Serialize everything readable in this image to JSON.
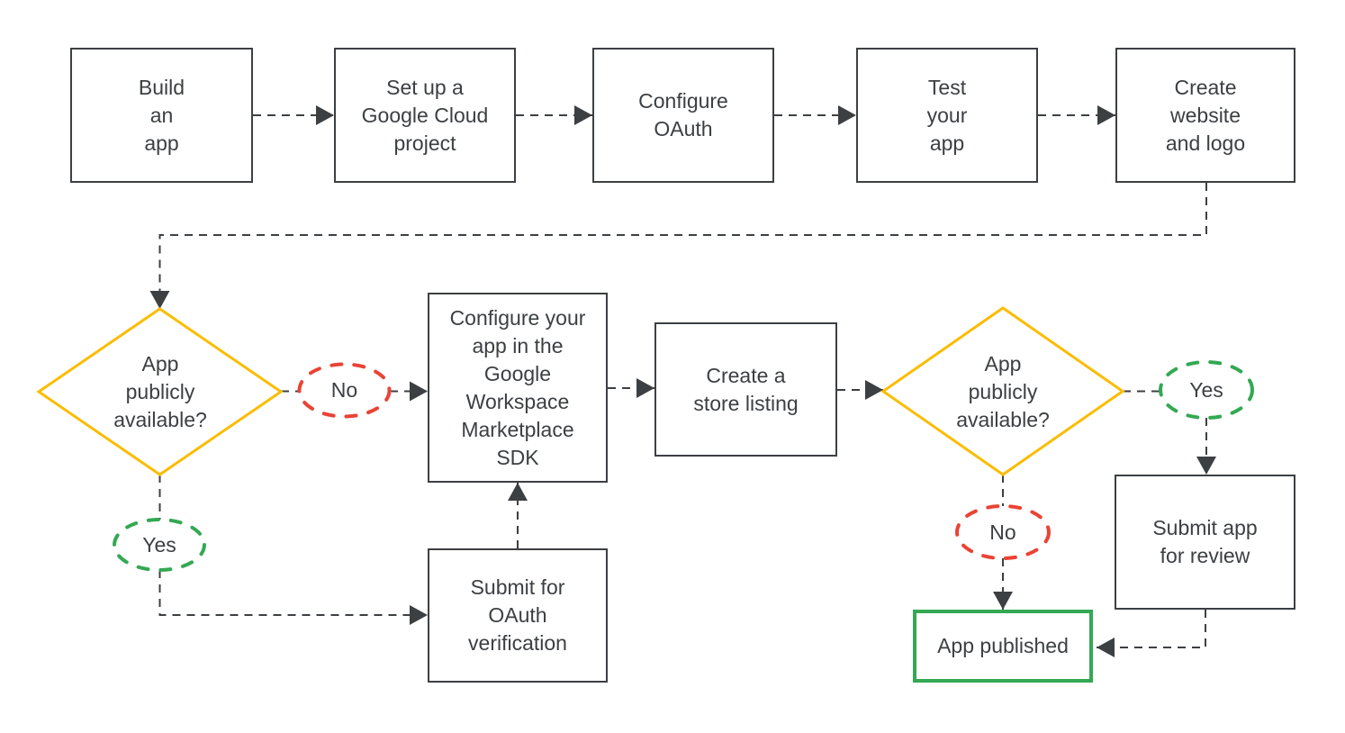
{
  "diagram": {
    "type": "flowchart",
    "palette": {
      "ink": "#3C4043",
      "decision_yellow": "#FBBC04",
      "success_green": "#34A853",
      "negative_red": "#EA4335",
      "background": "#FFFFFF"
    },
    "nodes": {
      "build_app": {
        "type": "process",
        "label": "Build\nan\napp"
      },
      "setup_project": {
        "type": "process",
        "label": "Set up a\nGoogle Cloud\nproject"
      },
      "configure_oauth": {
        "type": "process",
        "label": "Configure\nOAuth"
      },
      "test_app": {
        "type": "process",
        "label": "Test\nyour\napp"
      },
      "create_website": {
        "type": "process",
        "label": "Create\nwebsite\nand logo"
      },
      "decision_public_1": {
        "type": "decision",
        "label": "App\npublicly\navailable?"
      },
      "no_1": {
        "type": "badge",
        "label": "No",
        "color": "#EA4335"
      },
      "yes_1": {
        "type": "badge",
        "label": "Yes",
        "color": "#34A853"
      },
      "configure_sdk": {
        "type": "process",
        "label": "Configure your\napp in the\nGoogle\nWorkspace\nMarketplace\nSDK"
      },
      "submit_oauth": {
        "type": "process",
        "label": "Submit for\nOAuth\nverification"
      },
      "store_listing": {
        "type": "process",
        "label": "Create a\nstore listing"
      },
      "decision_public_2": {
        "type": "decision",
        "label": "App\npublicly\navailable?"
      },
      "yes_2": {
        "type": "badge",
        "label": "Yes",
        "color": "#34A853"
      },
      "no_2": {
        "type": "badge",
        "label": "No",
        "color": "#EA4335"
      },
      "submit_review": {
        "type": "process",
        "label": "Submit app\nfor review"
      },
      "app_published": {
        "type": "terminal",
        "label": "App published",
        "color": "#34A853"
      }
    },
    "edges": [
      {
        "from": "build_app",
        "to": "setup_project",
        "arrow": true
      },
      {
        "from": "setup_project",
        "to": "configure_oauth",
        "arrow": true
      },
      {
        "from": "configure_oauth",
        "to": "test_app",
        "arrow": true
      },
      {
        "from": "test_app",
        "to": "create_website",
        "arrow": true
      },
      {
        "from": "create_website",
        "to": "decision_public_1",
        "arrow": true
      },
      {
        "from": "decision_public_1",
        "to": "no_1",
        "arrow": false
      },
      {
        "from": "no_1",
        "to": "configure_sdk",
        "arrow": true
      },
      {
        "from": "decision_public_1",
        "to": "yes_1",
        "arrow": false
      },
      {
        "from": "yes_1",
        "to": "submit_oauth",
        "arrow": true
      },
      {
        "from": "submit_oauth",
        "to": "configure_sdk",
        "arrow": true
      },
      {
        "from": "configure_sdk",
        "to": "store_listing",
        "arrow": true
      },
      {
        "from": "store_listing",
        "to": "decision_public_2",
        "arrow": true
      },
      {
        "from": "decision_public_2",
        "to": "yes_2",
        "arrow": false
      },
      {
        "from": "yes_2",
        "to": "submit_review",
        "arrow": true
      },
      {
        "from": "decision_public_2",
        "to": "no_2",
        "arrow": false
      },
      {
        "from": "no_2",
        "to": "app_published",
        "arrow": true
      },
      {
        "from": "submit_review",
        "to": "app_published",
        "arrow": true
      }
    ]
  }
}
